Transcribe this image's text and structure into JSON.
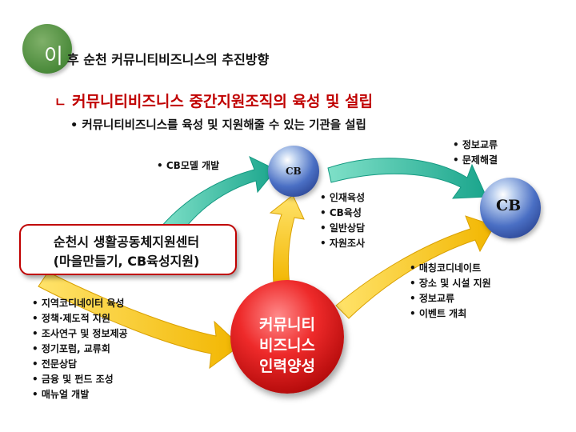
{
  "heading": {
    "badge_char": "이",
    "rest": "후 순천 커뮤니티비즈니스의 추진방향"
  },
  "subheading": {
    "marker": "ㄴ",
    "text": "커뮤니티비즈니스 중간지원조직의 육성 및 설립"
  },
  "main_bullet": "• 커뮤니티비즈니스를 육성 및 지원해줄 수 있는 기관을 설립",
  "center_box": {
    "line1": "순천시 생활공동체지원센터",
    "line2": "(마을만들기, CB육성지원)"
  },
  "left_list": [
    "지역코디네이터 육성",
    "정책·제도적 지원",
    "조사연구 및 정보제공",
    "정기포럼, 교류회",
    "전문상담",
    "금융 및 펀드 조성",
    "매뉴얼 개발"
  ],
  "top_left_bullet": "CB모델 개발",
  "small_sphere_label": "CB",
  "middle_list": [
    "인재육성",
    "CB육성",
    "일반상담",
    "자원조사"
  ],
  "top_right_list": [
    "정보교류",
    "문제해결"
  ],
  "large_sphere_label": "CB",
  "lower_right_list": [
    "매칭코디네이트",
    "장소 및 시설 지원",
    "정보교류",
    "이벤트 개최"
  ],
  "red_ball": {
    "line1": "커뮤니티",
    "line2": "비즈니스",
    "line3": "인력양성"
  },
  "colors": {
    "accent_red": "#c00000",
    "badge_green": "#5a9a48",
    "arrow_yellow": "#f5c400",
    "arrow_teal": "#2fb7a0"
  }
}
